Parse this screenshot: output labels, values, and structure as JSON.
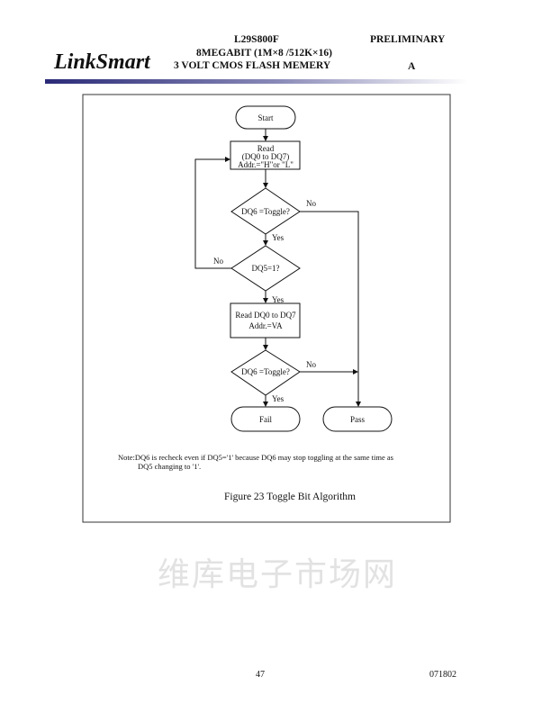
{
  "header": {
    "logo": "LinkSmart",
    "part_number": "L29S800F",
    "density": "8MEGABIT (1M×8 /512K×16)",
    "description": "3 VOLT CMOS FLASH MEMERY",
    "status": "PRELIMINARY",
    "revision": "A"
  },
  "flowchart": {
    "start": "Start",
    "read1": [
      "Read",
      "(DQ0 to DQ7)",
      "Addr.=\"H\"or \"L\""
    ],
    "decision1": "DQ6 =Toggle?",
    "decision2": "DQ5=1?",
    "read2": [
      "Read DQ0 to DQ7",
      "Addr.=VA"
    ],
    "decision3": "DQ6 =Toggle?",
    "fail": "Fail",
    "pass": "Pass",
    "yes": "Yes",
    "no": "No"
  },
  "note": {
    "line1": "Note:DQ6 is recheck even if DQ5='1' because DQ6 may stop toggling at the same time as",
    "line2": "DQ5 changing to '1'."
  },
  "caption": "Figure 23 Toggle Bit Algorithm",
  "watermark": "维库电子市场网",
  "footer": {
    "page": "47",
    "code": "071802"
  }
}
